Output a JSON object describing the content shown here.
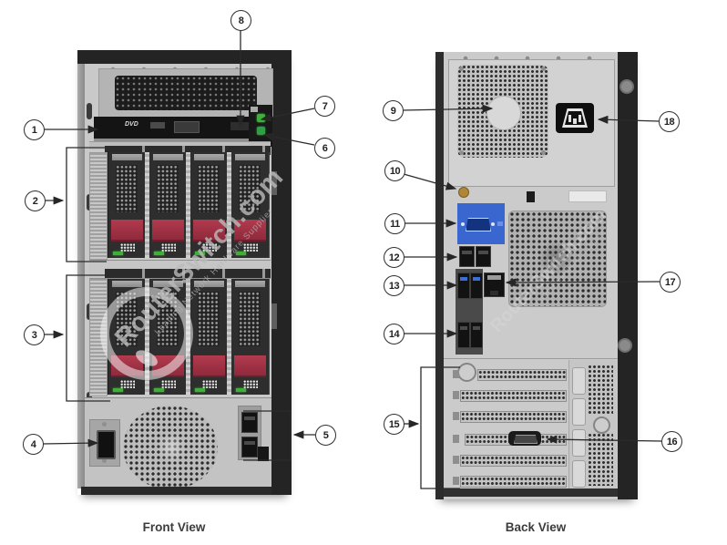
{
  "views": {
    "front_label": "Front View",
    "back_label": "Back View"
  },
  "front_panel": {
    "optical_drive_logo": "DVD"
  },
  "watermark": {
    "brand": "RouterSwitch.com",
    "tagline": "Leading Network Hardware Supplier"
  },
  "callouts": [
    {
      "n": "1"
    },
    {
      "n": "2"
    },
    {
      "n": "3"
    },
    {
      "n": "4"
    },
    {
      "n": "5"
    },
    {
      "n": "6"
    },
    {
      "n": "7"
    },
    {
      "n": "8"
    },
    {
      "n": "9"
    },
    {
      "n": "10"
    },
    {
      "n": "11"
    },
    {
      "n": "12"
    },
    {
      "n": "13"
    },
    {
      "n": "14"
    },
    {
      "n": "15"
    },
    {
      "n": "16"
    },
    {
      "n": "17"
    },
    {
      "n": "18"
    }
  ]
}
